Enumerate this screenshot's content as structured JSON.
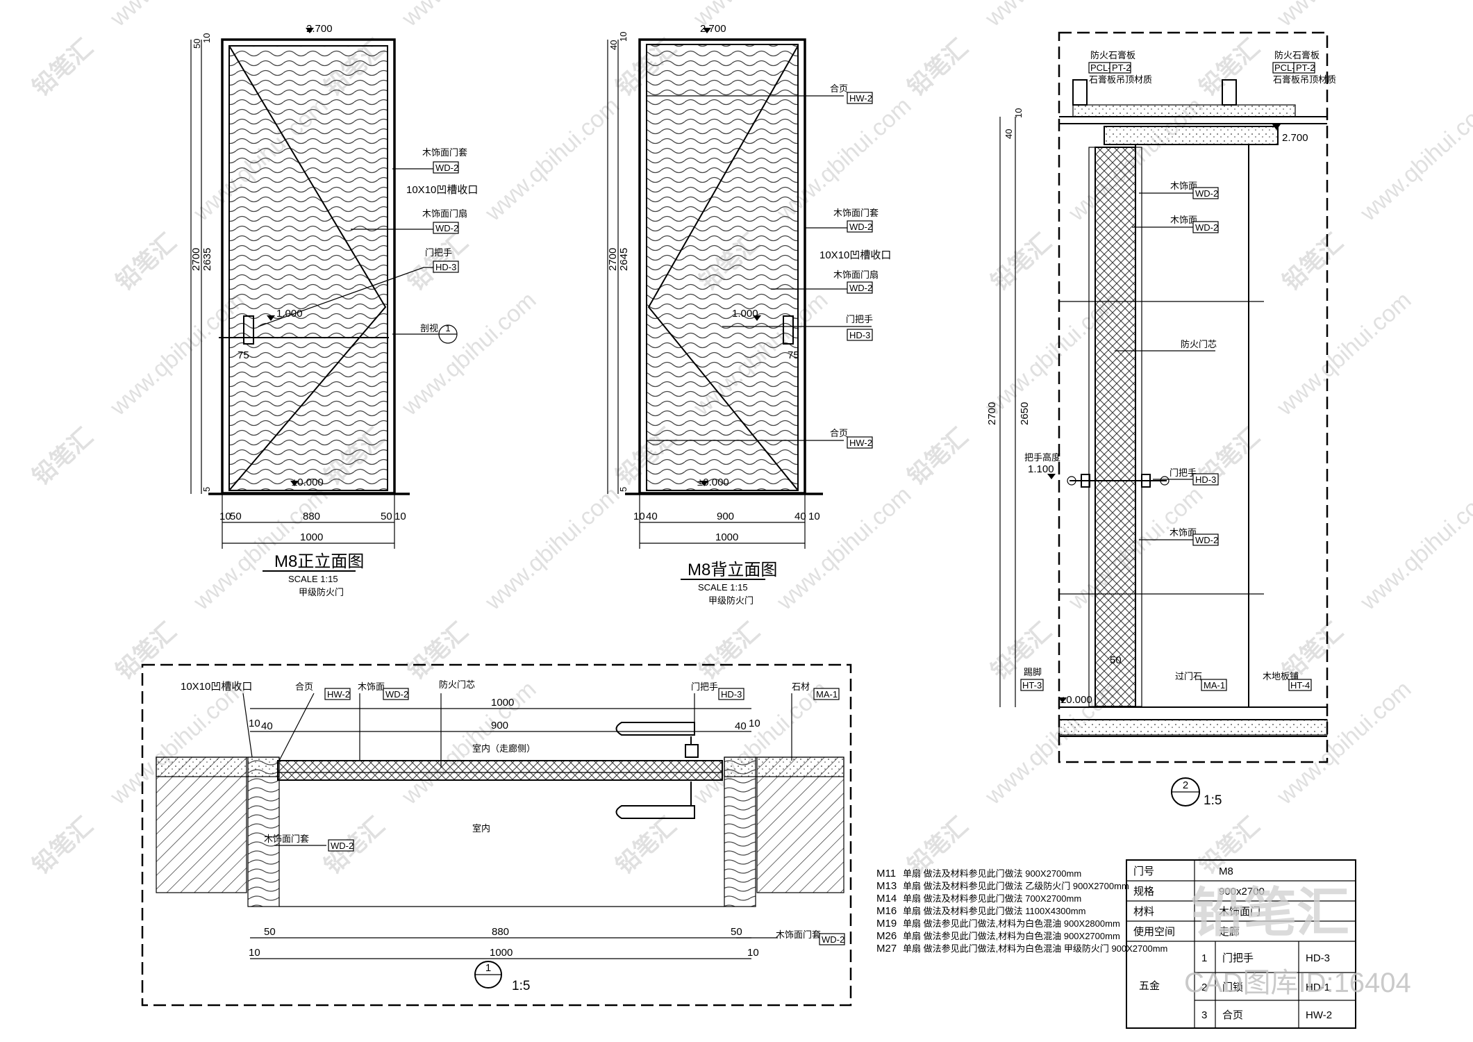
{
  "front_elevation": {
    "title": "M8正立面图",
    "scale": "SCALE   1:15",
    "subtitle": "甲级防火门",
    "top_level": "2.700",
    "bottom_level": "±0.000",
    "handle_level": "1.000",
    "dims_vertical": [
      "50",
      "10",
      "2635",
      "5",
      "2700"
    ],
    "dims_bottom": [
      "10",
      "50",
      "880",
      "50",
      "10",
      "1000"
    ],
    "handle_offset": "75",
    "section_mark": "剖视",
    "section_no": "1",
    "callouts": [
      {
        "label": "木饰面门套",
        "code": "WD-2"
      },
      {
        "label": "10X10凹槽收口",
        "code": ""
      },
      {
        "label": "木饰面门扇",
        "code": "WD-2"
      },
      {
        "label": "门把手",
        "code": "HD-3"
      }
    ]
  },
  "back_elevation": {
    "title": "M8背立面图",
    "scale": "SCALE   1:15",
    "subtitle": "甲级防火门",
    "top_level": "2.700",
    "bottom_level": "±0.000",
    "handle_level": "1.000",
    "dims_vertical": [
      "40",
      "10",
      "2645",
      "5",
      "2700"
    ],
    "dims_bottom": [
      "10",
      "40",
      "900",
      "40",
      "10",
      "1000"
    ],
    "handle_offset": "75",
    "callouts": [
      {
        "label": "合页",
        "code": "HW-2"
      },
      {
        "label": "木饰面门套",
        "code": "WD-2"
      },
      {
        "label": "10X10凹槽收口",
        "code": ""
      },
      {
        "label": "木饰面门扇",
        "code": "WD-2"
      },
      {
        "label": "门把手",
        "code": "HD-3"
      },
      {
        "label": "合页",
        "code": "HW-2"
      }
    ]
  },
  "section_vertical": {
    "scale_label": "1:5",
    "section_no": "2",
    "top_level": "2.700",
    "handle_level": "1.100",
    "handle_level_label": "把手高度",
    "bottom_level": "±0.000",
    "dims": [
      "10",
      "40",
      "2650",
      "2700",
      "50"
    ],
    "top_callouts": [
      {
        "label": "防火石膏板",
        "codes": [
          "PCL-2",
          "PT-2"
        ]
      },
      {
        "label": "防火石膏板",
        "codes": [
          "PCL-2",
          "PT-2"
        ]
      }
    ],
    "top_notes": [
      "石膏板吊顶材质",
      "石膏板吊顶材质"
    ],
    "callouts": [
      {
        "label": "木饰面",
        "code": "WD-2"
      },
      {
        "label": "木饰面",
        "code": "WD-2"
      },
      {
        "label": "防火门芯",
        "code": ""
      },
      {
        "label": "门把手",
        "code": "HD-3"
      },
      {
        "label": "木饰面",
        "code": "WD-2"
      },
      {
        "label": "踢脚",
        "code": "HT-3"
      },
      {
        "label": "过门石",
        "code": "MA-1"
      },
      {
        "label": "木地板铺",
        "code": "HT-4"
      }
    ]
  },
  "section_plan": {
    "scale_label": "1:5",
    "section_no": "1",
    "dims_top": [
      "1000",
      "10",
      "40",
      "900",
      "40",
      "10"
    ],
    "dims_bottom": [
      "50",
      "880",
      "50",
      "10",
      "1000",
      "10"
    ],
    "side_label_top": "室内（走廊侧）",
    "room_label": "室内",
    "callouts": [
      {
        "label": "10X10凹槽收口",
        "code": ""
      },
      {
        "label": "合页",
        "code": "HW-2"
      },
      {
        "label": "木饰面",
        "code": "WD-2"
      },
      {
        "label": "防火门芯",
        "code": ""
      },
      {
        "label": "门把手",
        "code": "HD-3"
      },
      {
        "label": "石材",
        "code": "MA-1"
      },
      {
        "label": "木饰面门套",
        "code": "WD-2"
      },
      {
        "label": "木饰面门套",
        "code": "WD-2"
      }
    ]
  },
  "door_list": [
    {
      "no": "M11",
      "text": "单扇  做法及材料参见此门做法 900X2700mm"
    },
    {
      "no": "M13",
      "text": "单扇  做法及材料参见此门做法 乙级防火门 900X2700mm"
    },
    {
      "no": "M14",
      "text": "单扇  做法及材料参见此门做法 700X2700mm"
    },
    {
      "no": "M16",
      "text": "单扇  做法及材料参见此门做法 1100X4300mm"
    },
    {
      "no": "M19",
      "text": "单扇  做法参见此门做法,材料为白色混油 900X2800mm"
    },
    {
      "no": "M26",
      "text": "单扇  做法参见此门做法,材料为白色混油 900X2700mm"
    },
    {
      "no": "M27",
      "text": "单扇  做法参见此门做法,材料为白色混油 甲级防火门 900X2700mm"
    }
  ],
  "schedule": {
    "rows": [
      {
        "key": "门号",
        "value": "M8"
      },
      {
        "key": "规格",
        "value": "900x2700"
      },
      {
        "key": "材料",
        "value": "木饰面门"
      },
      {
        "key": "使用空间",
        "value": "走廊"
      }
    ],
    "hardware_label": "五金",
    "hardware": [
      {
        "n": "1",
        "item": "门把手",
        "code": "HD-3"
      },
      {
        "n": "2",
        "item": "门锁",
        "code": "HD-1"
      },
      {
        "n": "3",
        "item": "合页",
        "code": "HW-2"
      }
    ]
  },
  "watermark": {
    "brand": "铅笔汇",
    "url": "www.qbihui.com",
    "id": "CAD图库ID:16404"
  }
}
